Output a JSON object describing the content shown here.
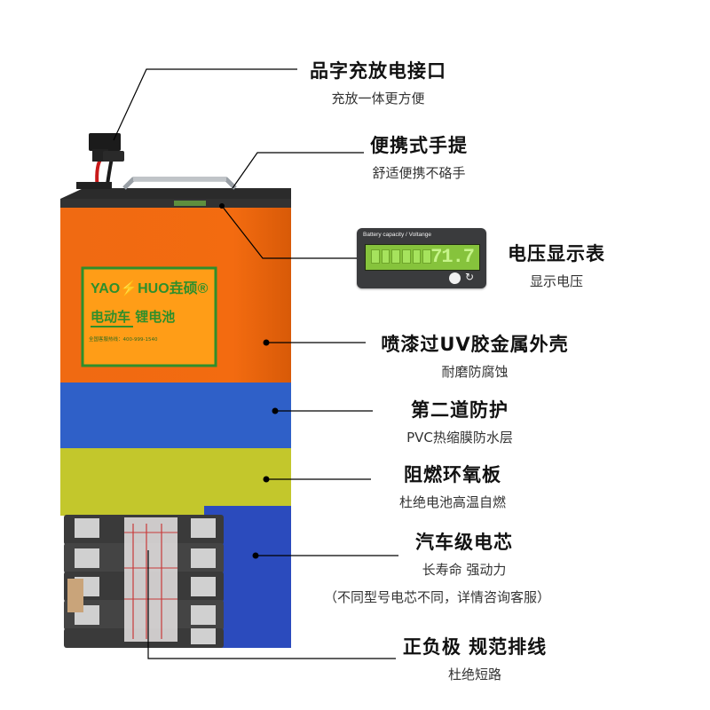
{
  "callouts": [
    {
      "title": "品字充放电接口",
      "subtitle": "充放一体更方便"
    },
    {
      "title": "便携式手提",
      "subtitle": "舒适便携不硌手"
    },
    {
      "title": "电压显示表",
      "subtitle": "显示电压"
    },
    {
      "title": "喷漆过UV胶金属外壳",
      "subtitle": "耐磨防腐蚀"
    },
    {
      "title": "第二道防护",
      "subtitle": "PVC热缩膜防水层"
    },
    {
      "title": "阻燃环氧板",
      "subtitle": "杜绝电池高温自燃"
    },
    {
      "title": "汽车级电芯",
      "subtitle": "长寿命  强动力"
    },
    {
      "title": "正负极 规范排线",
      "subtitle": "杜绝短路"
    }
  ],
  "note": "（不同型号电芯不同，详情咨询客服）",
  "display": {
    "caption": "Battery capacity / Voltange",
    "voltage": "71.7",
    "bar_count": 6
  },
  "battery_label": {
    "brand_line1": "YAO",
    "brand_line2": "HUO",
    "brand_cn": "垚硕",
    "registered": "®",
    "type_cn1": "电动车",
    "type_cn2": "锂电池",
    "hotline": "全国客服热线：400-999-1540"
  },
  "colors": {
    "shell_orange": "#f06a12",
    "pvc_blue": "#2f60c8",
    "epoxy_yellow": "#c3c72c",
    "cells_blue": "#2b4bbd",
    "label_green": "#2e8f2b"
  }
}
